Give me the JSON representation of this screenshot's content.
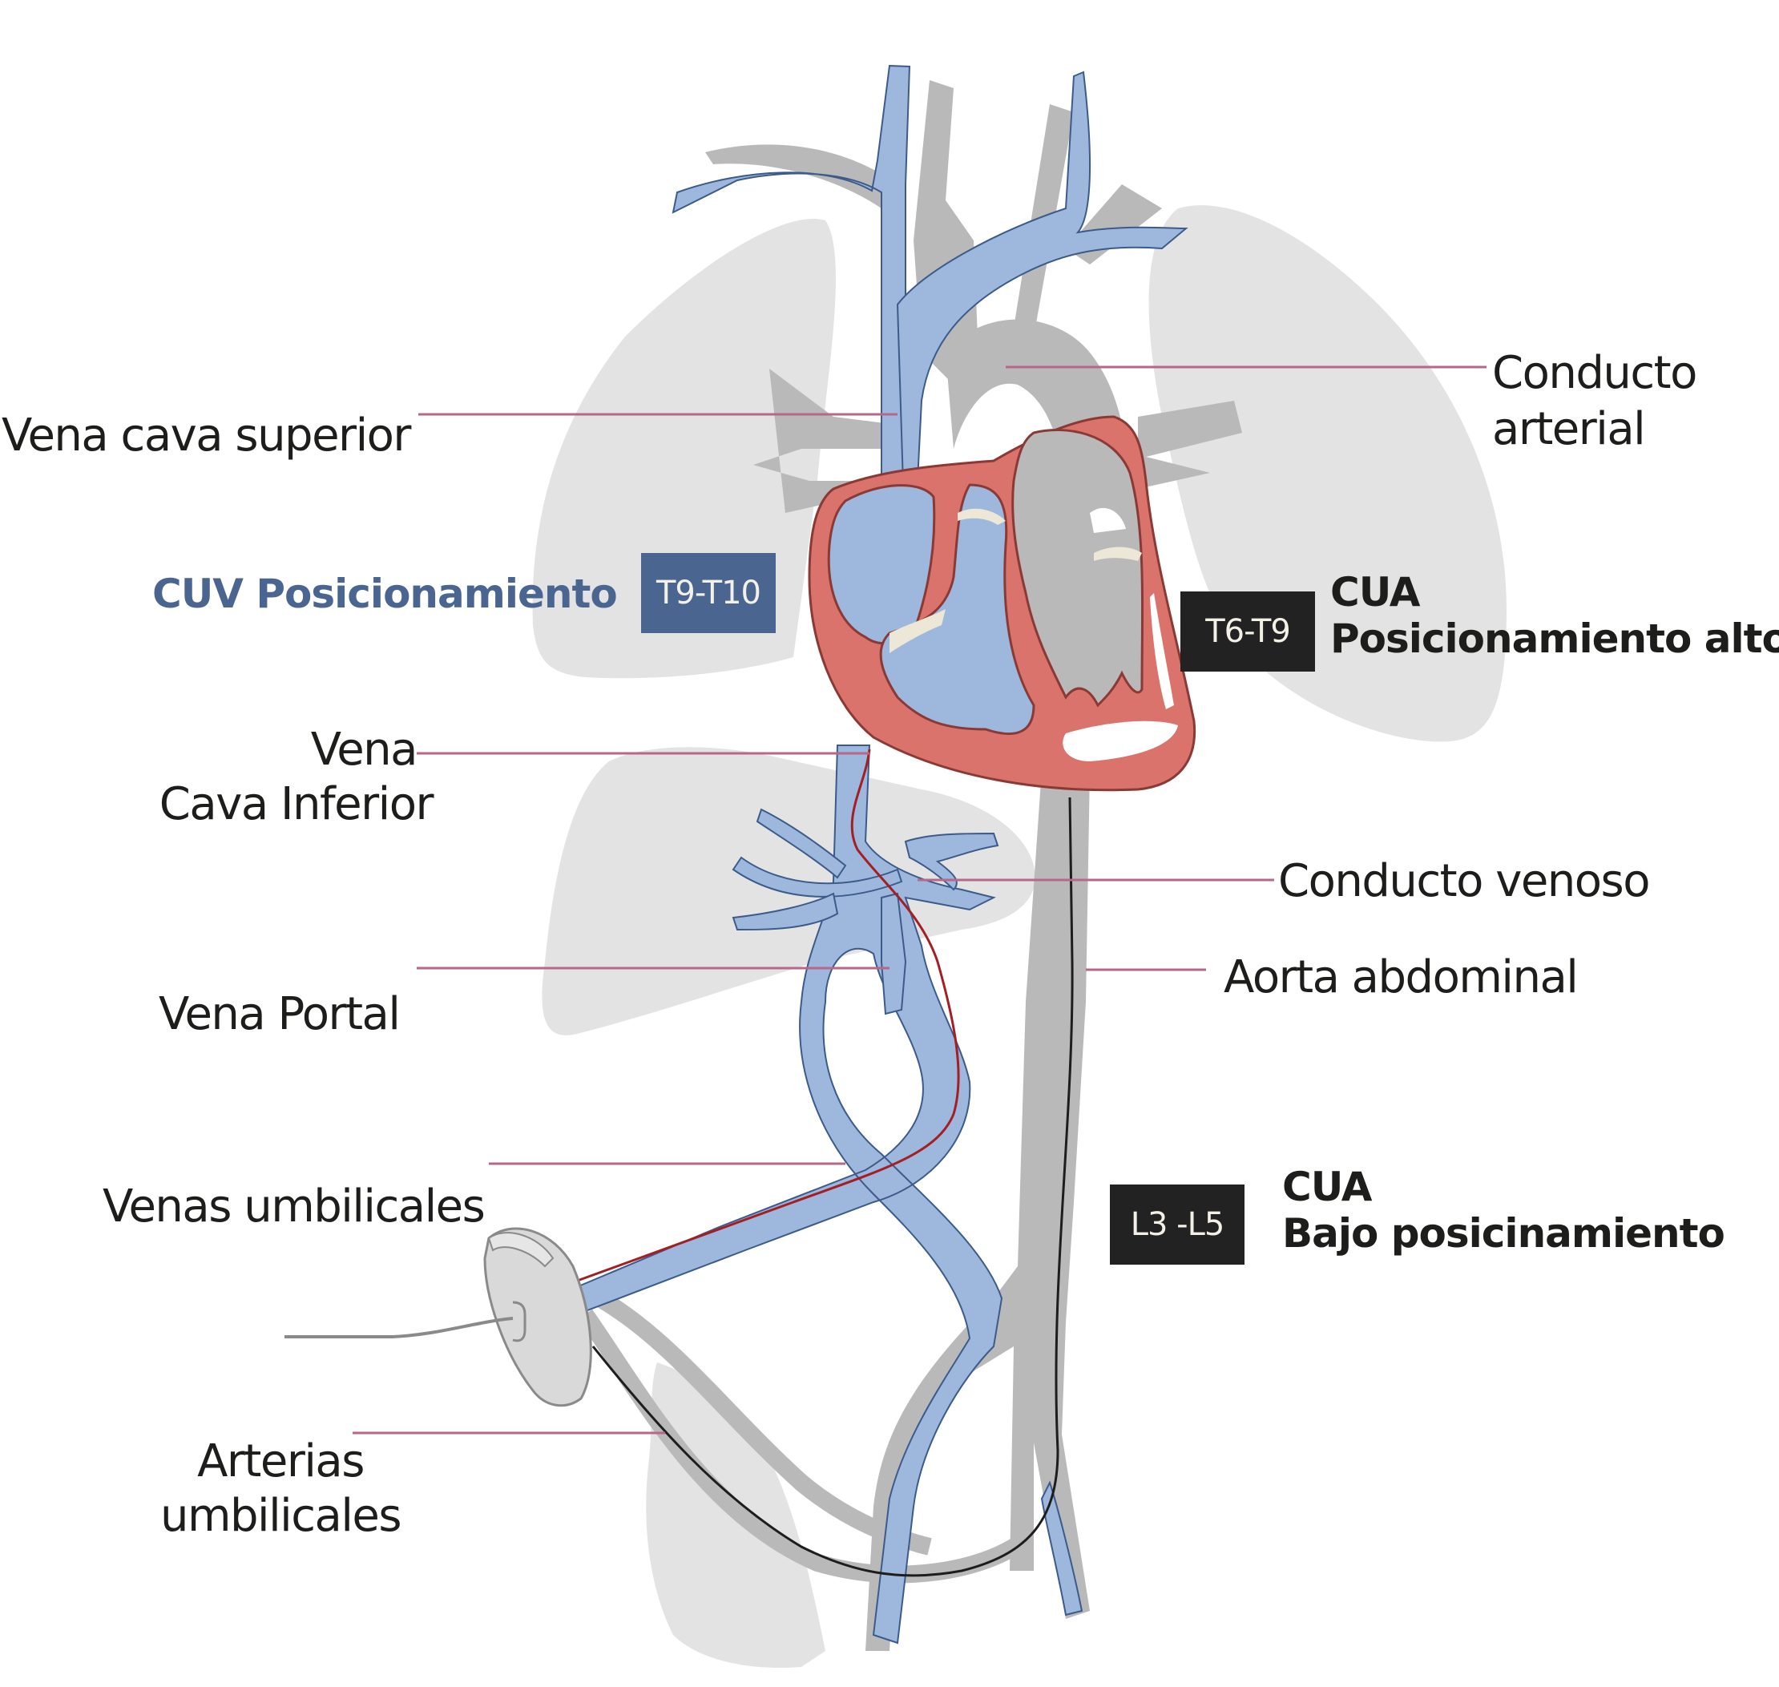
{
  "labels": {
    "vena_cava_superior": "Vena cava superior",
    "vena_cava_inferior_line1": "Vena",
    "vena_cava_inferior_line2": "Cava Inferior",
    "vena_portal": "Vena Portal",
    "venas_umbilicales": "Venas umbilicales",
    "arterias_umbilicales_line1": "Arterias",
    "arterias_umbilicales_line2": "umbilicales",
    "conducto_arterial_line1": "Conducto",
    "conducto_arterial_line2": "arterial",
    "conducto_venoso": "Conducto venoso",
    "aorta_abdominal": "Aorta abdominal"
  },
  "positions": {
    "cuv": {
      "title": "CUV Posicionamiento",
      "badge": "T9-T10"
    },
    "cua_high": {
      "title": "CUA",
      "subtitle": "Posicionamiento alto",
      "badge": "T6-T9"
    },
    "cua_low": {
      "title": "CUA",
      "subtitle": "Bajo posicinamiento",
      "badge": "L3 -L5"
    }
  },
  "colors": {
    "vein": "#9db8dc",
    "vein_outline": "#3d5b8a",
    "artery_gray": "#b9b9b9",
    "organ_gray": "#e3e3e3",
    "heart": "#d9736b",
    "heart_outline": "#8a3a36",
    "leader_line": "#b5688a",
    "catheter_venous": "#a31f24",
    "catheter_arterial": "#1d1d1b",
    "cuv_blue": "#4a6590",
    "badge_dark": "#222222"
  }
}
